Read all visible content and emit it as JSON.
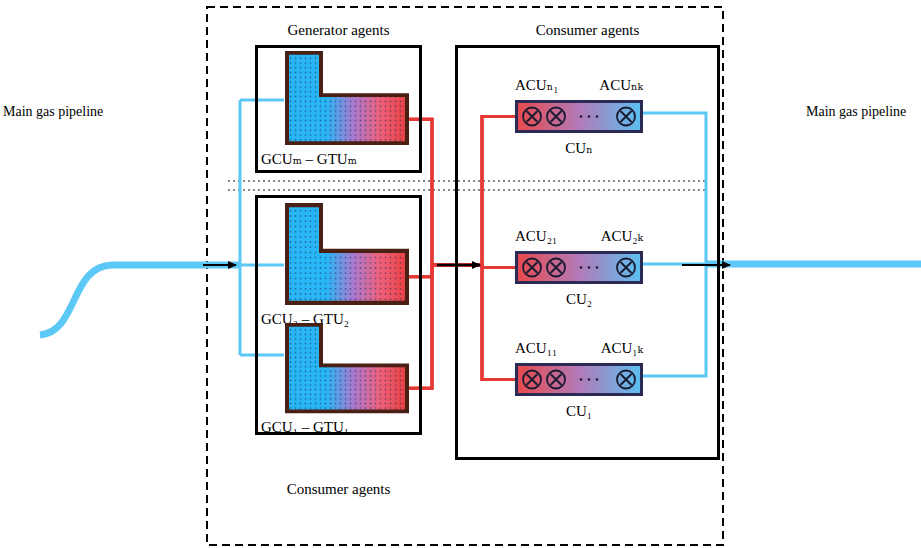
{
  "diagram": {
    "nodes": [
      {
        "text": [
          "Generator agents"
        ]
      },
      {
        "text": [
          "GCUₘ – GTUₘ"
        ],
        "in": 0
      },
      {
        "text": [
          "Consumer agents"
        ]
      },
      {
        "text": [
          "GCU₂ – GTU₂"
        ],
        "in": 2
      },
      {
        "text": [
          "GCU₁ – GTU₁"
        ],
        "in": 2
      },
      {
        "text": [
          "Consumer agents"
        ]
      },
      {
        "text": [
          "ACUₙ₁",
          "ACUₙₖ",
          "CUₙ"
        ],
        "in": 5
      },
      {
        "text": [
          "ACU₂₁",
          "ACU₂ₖ",
          "CU₂"
        ],
        "in": 5
      },
      {
        "text": [
          "ACU₁₁",
          "ACU₁ₖ",
          "CU₁"
        ],
        "in": 5
      }
    ],
    "edges": [
      {
        "from": 1,
        "to": 6,
        "arrow": "none"
      },
      {
        "from": 1,
        "to": 7,
        "arrow": "none"
      },
      {
        "from": 1,
        "to": 8,
        "arrow": "none"
      },
      {
        "from": 3,
        "to": 6,
        "arrow": "none"
      },
      {
        "from": 3,
        "to": 7,
        "arrow": "none"
      },
      {
        "from": 3,
        "to": 8,
        "arrow": "none"
      },
      {
        "from": 4,
        "to": 6,
        "arrow": "none"
      },
      {
        "from": 4,
        "to": 7,
        "arrow": "none"
      },
      {
        "from": 4,
        "to": 8,
        "arrow": "none"
      }
    ],
    "labels": [
      "Main gas pipeline",
      "Main gas pipeline"
    ]
  }
}
